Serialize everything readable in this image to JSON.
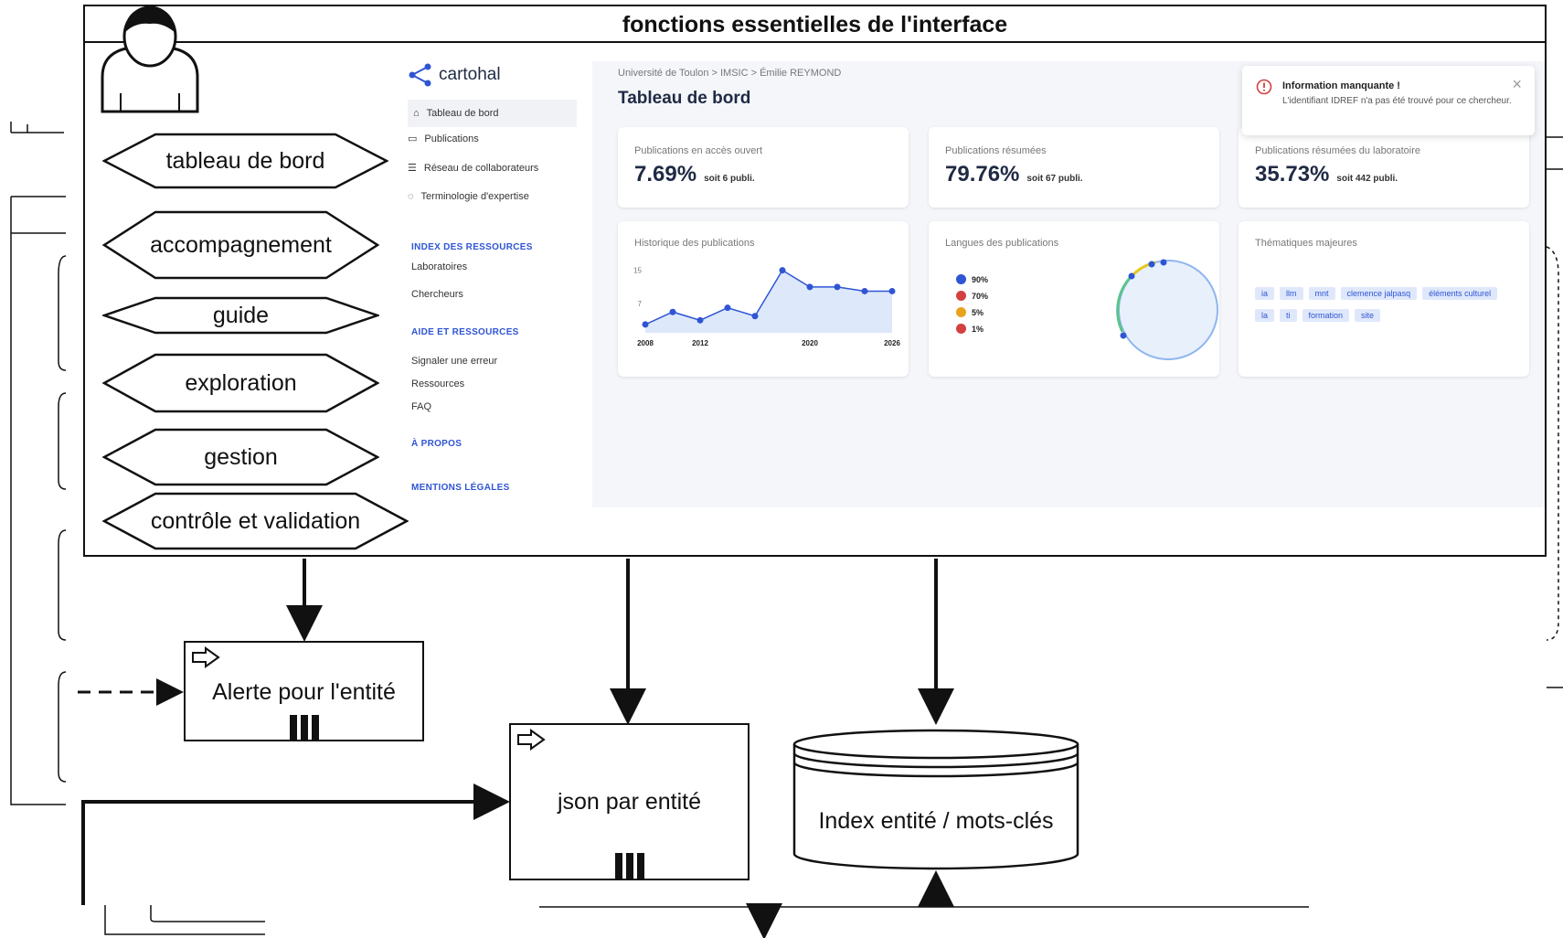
{
  "frame": {
    "title": "fonctions essentielles de l'interface"
  },
  "functions": [
    {
      "label": "tableau de bord"
    },
    {
      "label": "accompagnement"
    },
    {
      "label": "guide"
    },
    {
      "label": "exploration"
    },
    {
      "label": "gestion"
    },
    {
      "label": "contrôle et validation"
    }
  ],
  "dashboard": {
    "logo": "cartohal",
    "breadcrumb": "Université de Toulon  >  IMSIC  >  Émilie REYMOND",
    "title": "Tableau de bord",
    "nav": [
      {
        "label": "Tableau de bord",
        "icon": "home-icon"
      },
      {
        "label": "Publications",
        "icon": "document-icon"
      },
      {
        "label": "Réseau de collaborateurs",
        "icon": "network-icon"
      },
      {
        "label": "Terminologie d'expertise",
        "icon": "tag-icon"
      }
    ],
    "index_head": "INDEX DES RESSOURCES",
    "index_links": [
      "Laboratoires",
      "Chercheurs"
    ],
    "help_head": "AIDE ET RESSOURCES",
    "help_links": [
      "Signaler une erreur",
      "Ressources",
      "FAQ"
    ],
    "about": "À PROPOS",
    "legal": "MENTIONS LÉGALES",
    "stats": [
      {
        "label": "Publications en accès ouvert",
        "value": "7.69%",
        "sub": "soit 6 publi."
      },
      {
        "label": "Publications résumées",
        "value": "79.76%",
        "sub": "soit 67 publi."
      },
      {
        "label": "Publications résumées du laboratoire",
        "value": "35.73%",
        "sub": "soit 442 publi."
      }
    ],
    "history_title": "Historique des publications",
    "languages_title": "Langues des publications",
    "themes_title": "Thématiques majeures",
    "languages": [
      {
        "code": "90%",
        "color": "#2f55d4"
      },
      {
        "code": "70%",
        "color": "#d43f3f"
      },
      {
        "code": "5%",
        "color": "#e7a21e"
      },
      {
        "code": "1%",
        "color": "#d43f3f"
      }
    ],
    "themes": [
      "ia",
      "llm",
      "mnt",
      "clemence jalpasq",
      "éléments culturel",
      "la",
      "ti",
      "formation",
      "site"
    ],
    "toast": {
      "title": "Information manquante !",
      "message": "L'identifiant IDREF n'a pas été trouvé pour ce chercheur."
    }
  },
  "chart_data": {
    "type": "area",
    "title": "Historique des publications",
    "x": [
      "2008",
      "2010",
      "2012",
      "2014",
      "2016",
      "2018",
      "2020",
      "2022",
      "2024",
      "2026"
    ],
    "values": [
      2,
      5,
      3,
      6,
      4,
      15,
      11,
      11,
      10,
      10
    ],
    "yticks": [
      "15",
      "7"
    ],
    "xticks_shown": [
      "2008",
      "2012",
      "2020",
      "2026"
    ],
    "ylim": [
      0,
      18
    ],
    "color": "#2f55d4"
  },
  "boxes": {
    "alert": "Alerte pour l'entité",
    "json": "json par entité",
    "index": "Index entité / mots-clés"
  }
}
